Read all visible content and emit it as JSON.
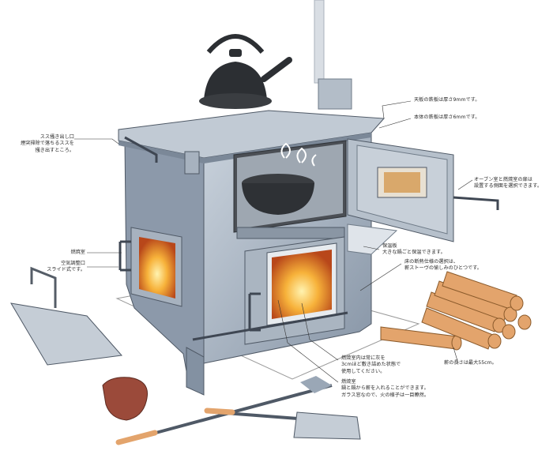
{
  "labels": {
    "top_plate": [
      "天板の鉄板は厚さ9mmです。"
    ],
    "body_plate": [
      "本体の鉄板は厚さ6mmです。"
    ],
    "soot": [
      "スス掻き出し口",
      "煙突掃除で落ちるススを",
      "掻き出すところ。"
    ],
    "oven_door": [
      "オーブン室と燃焼室の扉は",
      "設置する側面を選択できます。"
    ],
    "firebox": [
      "燃焼室"
    ],
    "air_port": [
      "空気調整口",
      "スライド式です。"
    ],
    "shelf": [
      "保温板",
      "大きな鍋ごと保温できます。"
    ],
    "floor": [
      "床の断熱仕様の選択は、",
      "薪ストーヴの愉しみのひとつです。"
    ],
    "firewood": [
      "薪の長さは最大55cm。"
    ],
    "ash": [
      "燃焼室内は常に灰を",
      "3cmほど敷き詰めた状態で",
      "使用してください。"
    ],
    "firebox_front": [
      "燃焼室",
      "鍋と鍋から薪を入れることができます。",
      "ガラス窓なので、火の様子は一目瞭然。"
    ]
  },
  "colors": {
    "steel": "#9aa7b6",
    "steel_light": "#c4ced8",
    "steel_dark": "#5e6a78",
    "fire": "#f29a2e",
    "wood": "#e3a46c",
    "kettle": "#2c2f33"
  }
}
